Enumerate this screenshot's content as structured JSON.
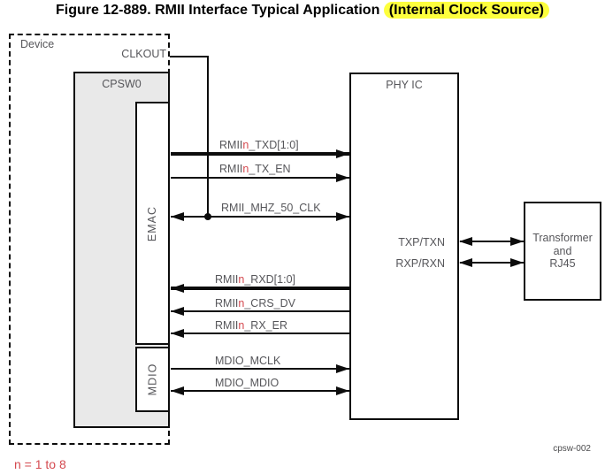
{
  "colors": {
    "highlight-yellow": "#fdff3d",
    "accent-red": "#d4494f",
    "text-gray": "#56565a"
  },
  "title": {
    "text": "Figure 12-889. RMII Interface Typical Application ",
    "highlight": "(Internal Clock Source)"
  },
  "device_label": "Device",
  "clkout_label": "CLKOUT",
  "cpsw_label": "CPSW0",
  "emac_label": "EMAC",
  "mdio_label": "MDIO",
  "phy": {
    "title": "PHY IC",
    "pin_top": "TXP/TXN",
    "pin_bottom": "RXP/RXN"
  },
  "transformer": {
    "line1": "Transformer",
    "line2": "and",
    "line3": "RJ45"
  },
  "signals": [
    {
      "prefix": "RMII",
      "n": "n",
      "suffix": "_TXD[1:0]"
    },
    {
      "prefix": "RMII",
      "n": "n",
      "suffix": "_TX_EN"
    },
    {
      "prefix": "RMII_MHZ_50_CLK",
      "n": "",
      "suffix": ""
    },
    {
      "prefix": "RMII",
      "n": "n",
      "suffix": "_RXD[1:0]"
    },
    {
      "prefix": "RMII",
      "n": "n",
      "suffix": "_CRS_DV"
    },
    {
      "prefix": "RMII",
      "n": "n",
      "suffix": "_RX_ER"
    },
    {
      "prefix": "MDIO_MCLK",
      "n": "",
      "suffix": ""
    },
    {
      "prefix": "MDIO_MDIO",
      "n": "",
      "suffix": ""
    }
  ],
  "footnote": "n = 1 to 8",
  "figure_code": "cpsw-002"
}
